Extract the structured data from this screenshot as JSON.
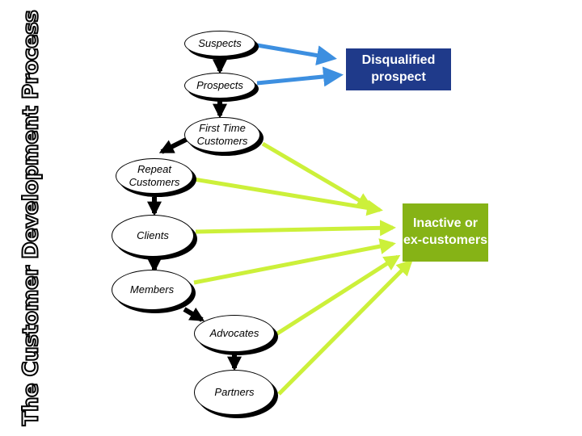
{
  "title": "The Customer Development Process",
  "nodes": {
    "suspects": "Suspects",
    "prospects": "Prospects",
    "first_time": "First Time Customers",
    "repeat": "Repeat Customers",
    "clients": "Clients",
    "members": "Members",
    "advocates": "Advocates",
    "partners": "Partners"
  },
  "outcomes": {
    "disqualified": "Disqualified prospect",
    "inactive": "Inactive or ex-customers"
  },
  "colors": {
    "blue_arrow": "#3d8fe0",
    "green_arrow": "#ccf03a",
    "disqualified_box": "#1f3a8a",
    "inactive_box": "#86b316",
    "flow_arrow": "#000000"
  }
}
